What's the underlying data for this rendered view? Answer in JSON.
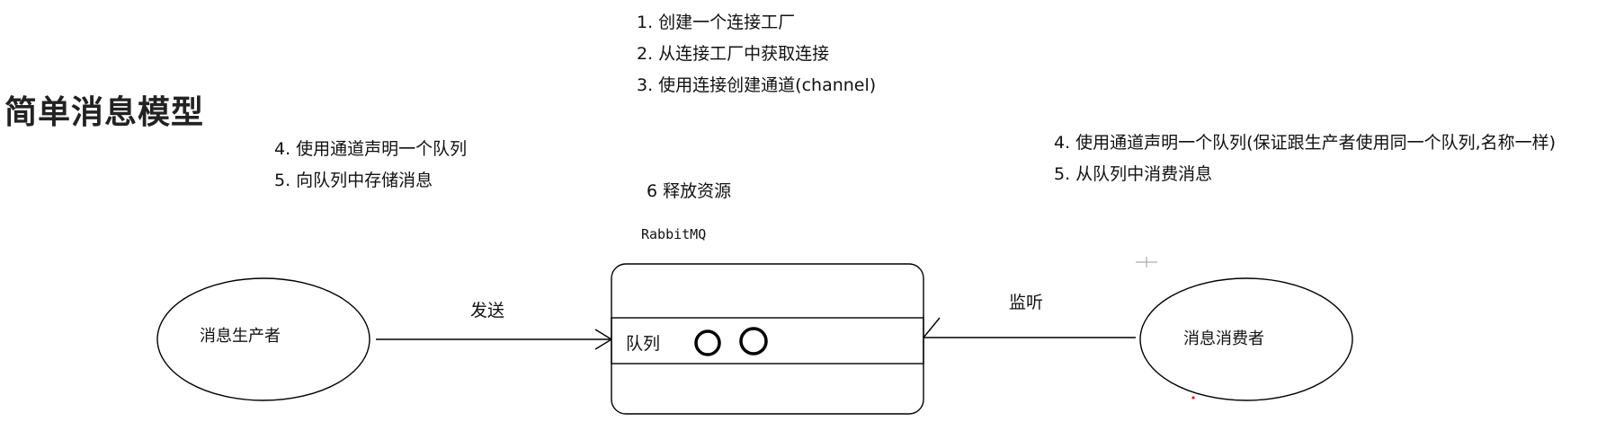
{
  "title": "简单消息模型",
  "steps_top": [
    "1. 创建一个连接工厂",
    "2. 从连接工厂中获取连接",
    "3. 使用连接创建通道(channel)"
  ],
  "steps_producer": [
    "4. 使用通道声明一个队列",
    "5. 向队列中存储消息"
  ],
  "steps_consumer": [
    "4. 使用通道声明一个队列(保证跟生产者使用同一个队列,名称一样)",
    "5. 从队列中消费消息"
  ],
  "release_step": "6 释放资源",
  "broker_label": "RabbitMQ",
  "queue_label": "队列",
  "producer_label": "消息生产者",
  "consumer_label": "消息消费者",
  "send_label": "发送",
  "listen_label": "监听"
}
